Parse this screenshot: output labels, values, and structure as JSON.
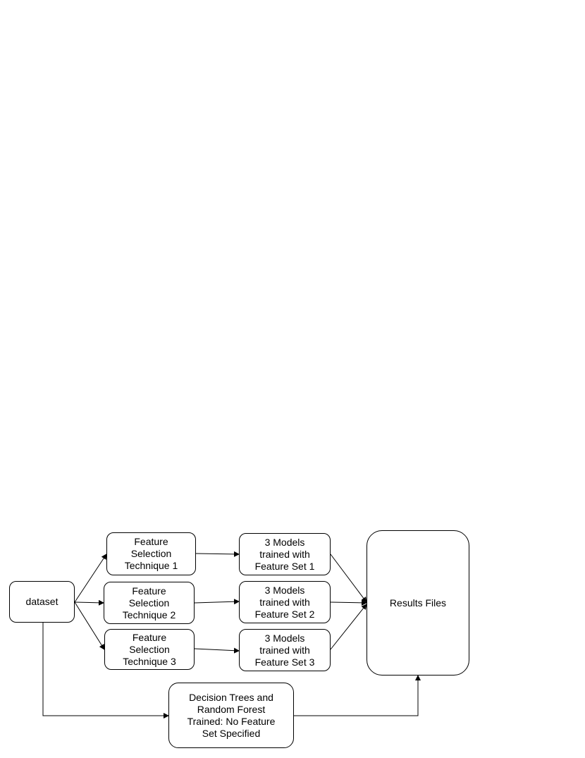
{
  "diagram": {
    "nodes": {
      "dataset": "dataset",
      "fs1": "Feature\nSelection\nTechnique 1",
      "fs2": "Feature\nSelection\nTechnique 2",
      "fs3": "Feature\nSelection\nTechnique 3",
      "m1": "3 Models\ntrained with\nFeature Set 1",
      "m2": "3 Models\ntrained with\nFeature Set 2",
      "m3": "3 Models\ntrained with\nFeature Set 3",
      "results": "Results Files",
      "dt": "Decision Trees and\nRandom Forest\nTrained: No Feature\nSet Specified"
    },
    "edges": [
      {
        "from": "dataset",
        "to": "fs1"
      },
      {
        "from": "dataset",
        "to": "fs2"
      },
      {
        "from": "dataset",
        "to": "fs3"
      },
      {
        "from": "dataset",
        "to": "dt"
      },
      {
        "from": "fs1",
        "to": "m1"
      },
      {
        "from": "fs2",
        "to": "m2"
      },
      {
        "from": "fs3",
        "to": "m3"
      },
      {
        "from": "m1",
        "to": "results"
      },
      {
        "from": "m2",
        "to": "results"
      },
      {
        "from": "m3",
        "to": "results"
      },
      {
        "from": "dt",
        "to": "results"
      }
    ],
    "colors": {
      "stroke": "#000000",
      "fill": "#ffffff",
      "text": "#000000"
    }
  }
}
